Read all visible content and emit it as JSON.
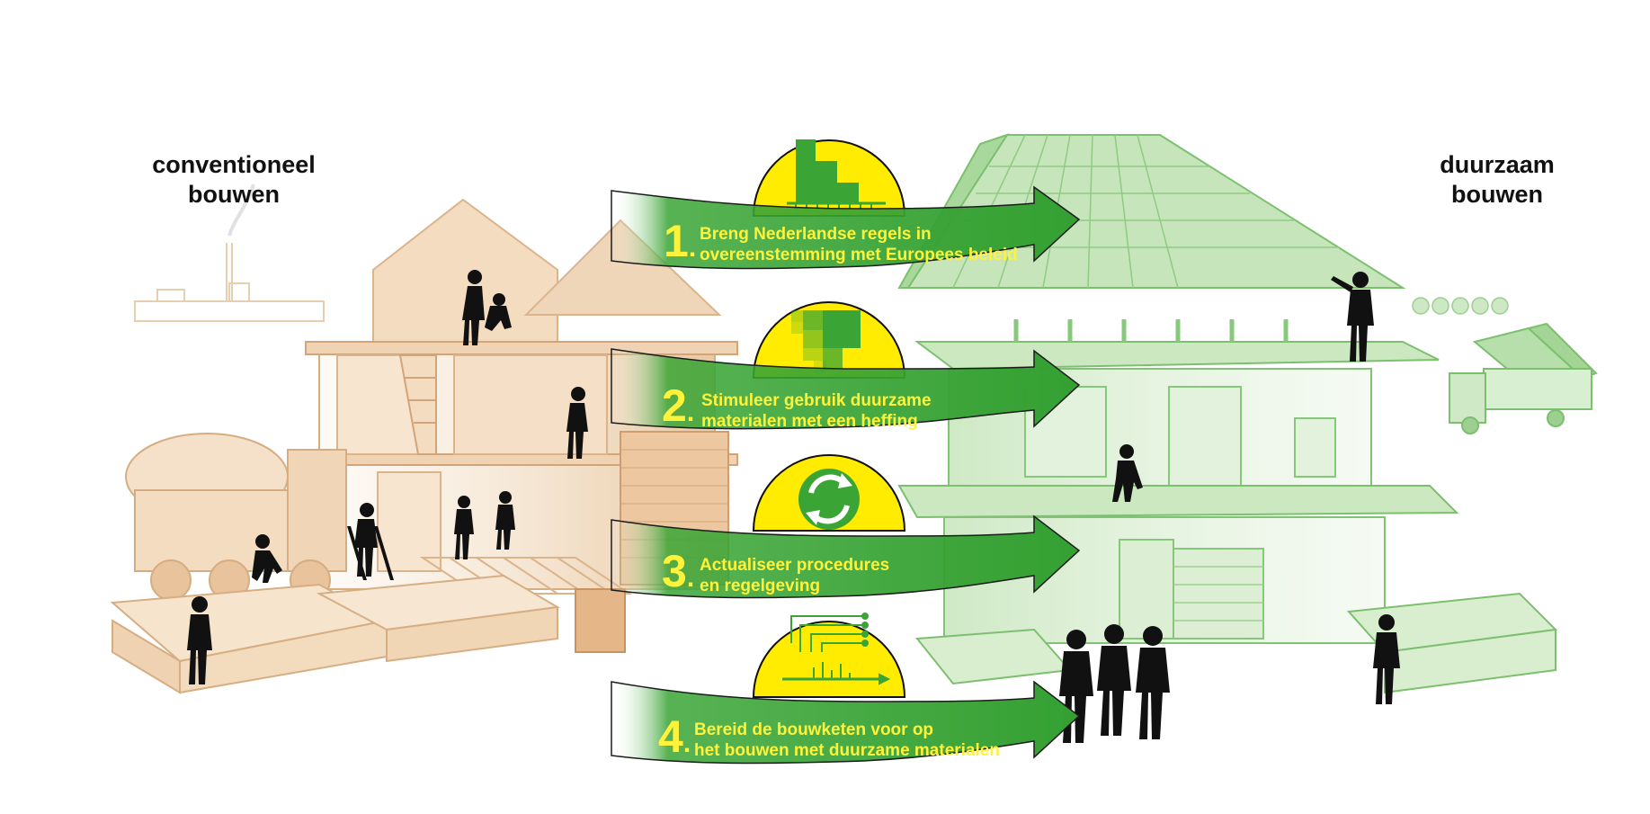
{
  "left_title": {
    "line1": "conventioneel",
    "line2": "bouwen"
  },
  "right_title": {
    "line1": "duurzaam",
    "line2": "bouwen"
  },
  "steps": [
    {
      "number": "1",
      "line1": "Breng Nederlandse regels in",
      "line2": "overeenstemming met Europees beleid",
      "icon": "staircase-chart-icon"
    },
    {
      "number": "2",
      "line1": "Stimuleer gebruik duurzame",
      "line2": "materialen met een heffing",
      "icon": "pixel-gradient-icon"
    },
    {
      "number": "3",
      "line1": "Actualiseer procedures",
      "line2": "en regelgeving",
      "icon": "recycle-arrows-icon"
    },
    {
      "number": "4",
      "line1": "Bereid de bouwketen voor op",
      "line2": "het bouwen met duurzame materialen",
      "icon": "supply-chain-timeline-icon"
    }
  ],
  "colors": {
    "arrow_green": "#3aa535",
    "arrow_dark_green": "#2a8a2a",
    "badge_yellow": "#ffec00",
    "step_text_yellow": "#fff23a",
    "conventional_tone": "#e8c9a3",
    "sustainable_tone": "#b9dfae",
    "silhouette": "#111111"
  }
}
